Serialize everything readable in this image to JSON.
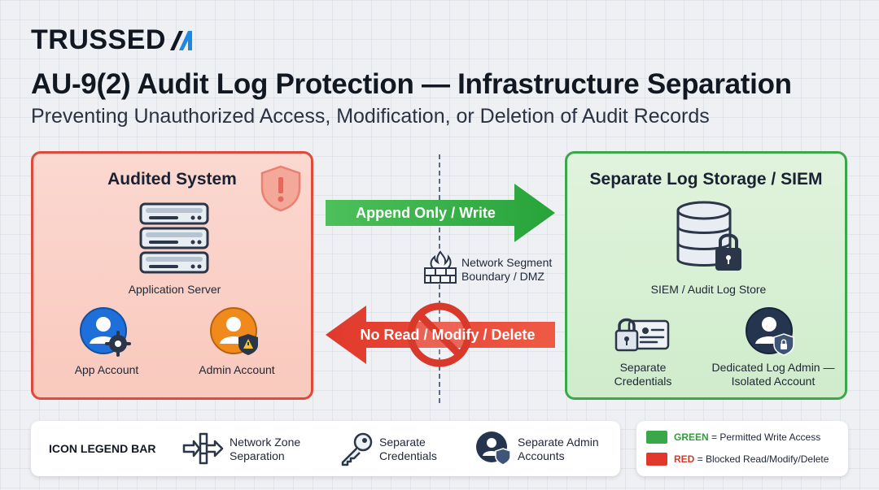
{
  "header": {
    "brand": "TRUSSED",
    "title": "AU-9(2) Audit Log Protection — Infrastructure Separation",
    "subtitle": "Preventing Unauthorized Access, Modification, or Deletion of Audit Records"
  },
  "audited_system": {
    "title": "Audited System",
    "server_label": "Application Server",
    "app_account_label": "App Account",
    "admin_account_label": "Admin Account"
  },
  "log_storage": {
    "title": "Separate Log Storage / SIEM",
    "store_label": "SIEM / Audit Log Store",
    "credentials_label_1": "Separate",
    "credentials_label_2": "Credentials",
    "admin_label_1": "Dedicated Log Admin —",
    "admin_label_2": "Isolated Account"
  },
  "flows": {
    "write_label": "Append Only / Write",
    "blocked_label": "No Read / Modify / Delete",
    "boundary_label_1": "Network Segment",
    "boundary_label_2": "Boundary / DMZ"
  },
  "legend": {
    "title": "ICON LEGEND BAR",
    "zone_1": "Network Zone",
    "zone_2": "Separation",
    "cred_1": "Separate",
    "cred_2": "Credentials",
    "admin_1": "Separate Admin",
    "admin_2": "Accounts"
  },
  "color_key": {
    "green_word": "GREEN",
    "green_text": "= Permitted Write Access",
    "red_word": "RED",
    "red_text": "= Blocked Read/Modify/Delete"
  },
  "colors": {
    "green": "#3aa84a",
    "red": "#e04a3a",
    "blue": "#1e6fd9",
    "orange": "#f08a1c",
    "navy": "#25354f"
  }
}
